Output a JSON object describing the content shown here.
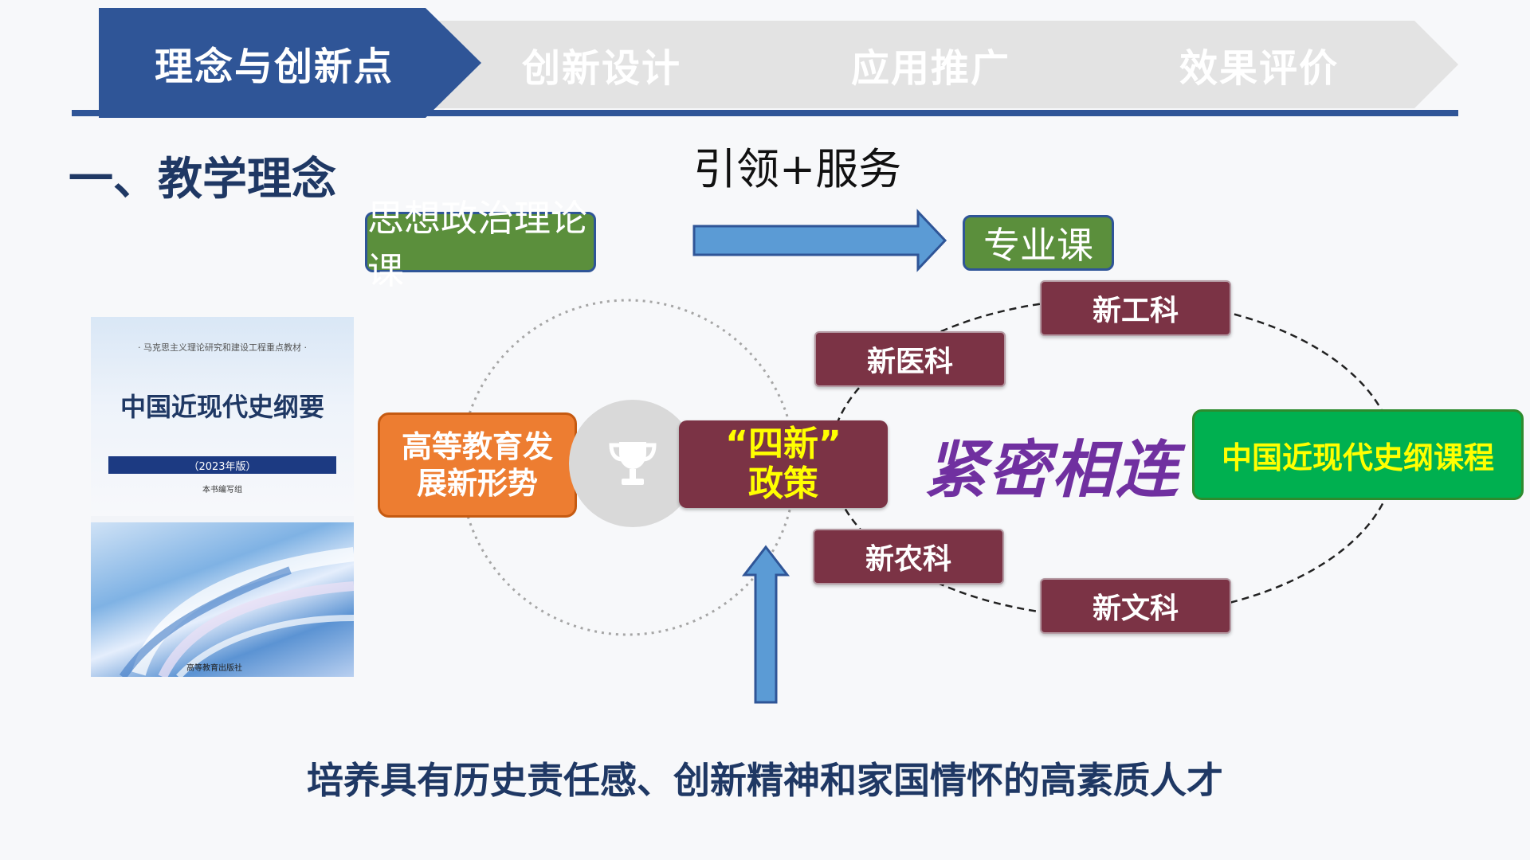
{
  "nav": {
    "steps": [
      "理念与创新点",
      "创新设计",
      "应用推广",
      "效果评价"
    ]
  },
  "section": {
    "title": "一、教学理念",
    "lead": "引领+服务"
  },
  "flow": {
    "from": "思想政治理论课",
    "to": "专业课"
  },
  "book": {
    "series": "· 马克思主义理论研究和建设工程重点教材 ·",
    "title": "中国近现代史纲要",
    "edition": "（2023年版）",
    "editor": "本书编写组",
    "publisher": "高等教育出版社"
  },
  "diagram": {
    "left_box": [
      "高等教育发",
      "展新形势"
    ],
    "center": [
      "“四新”",
      "政策"
    ],
    "disciplines": {
      "engineering": "新工科",
      "medicine": "新医科",
      "agriculture": "新农科",
      "liberal_arts": "新文科"
    },
    "connector": "紧密相连",
    "course": "中国近现代史纲课程"
  },
  "goal": "培养具有历史责任感、创新精神和家国情怀的高素质人才",
  "colors": {
    "nav_active": "#2f5597",
    "nav_inactive": "#e3e3e3",
    "green": "#5b8f3c",
    "maroon": "#7b3345",
    "orange": "#ed7d31",
    "purple": "#7030a0",
    "course_green": "#00b050",
    "arrow_blue": "#5b9bd5"
  },
  "icons": {
    "trophy": "trophy-icon"
  }
}
